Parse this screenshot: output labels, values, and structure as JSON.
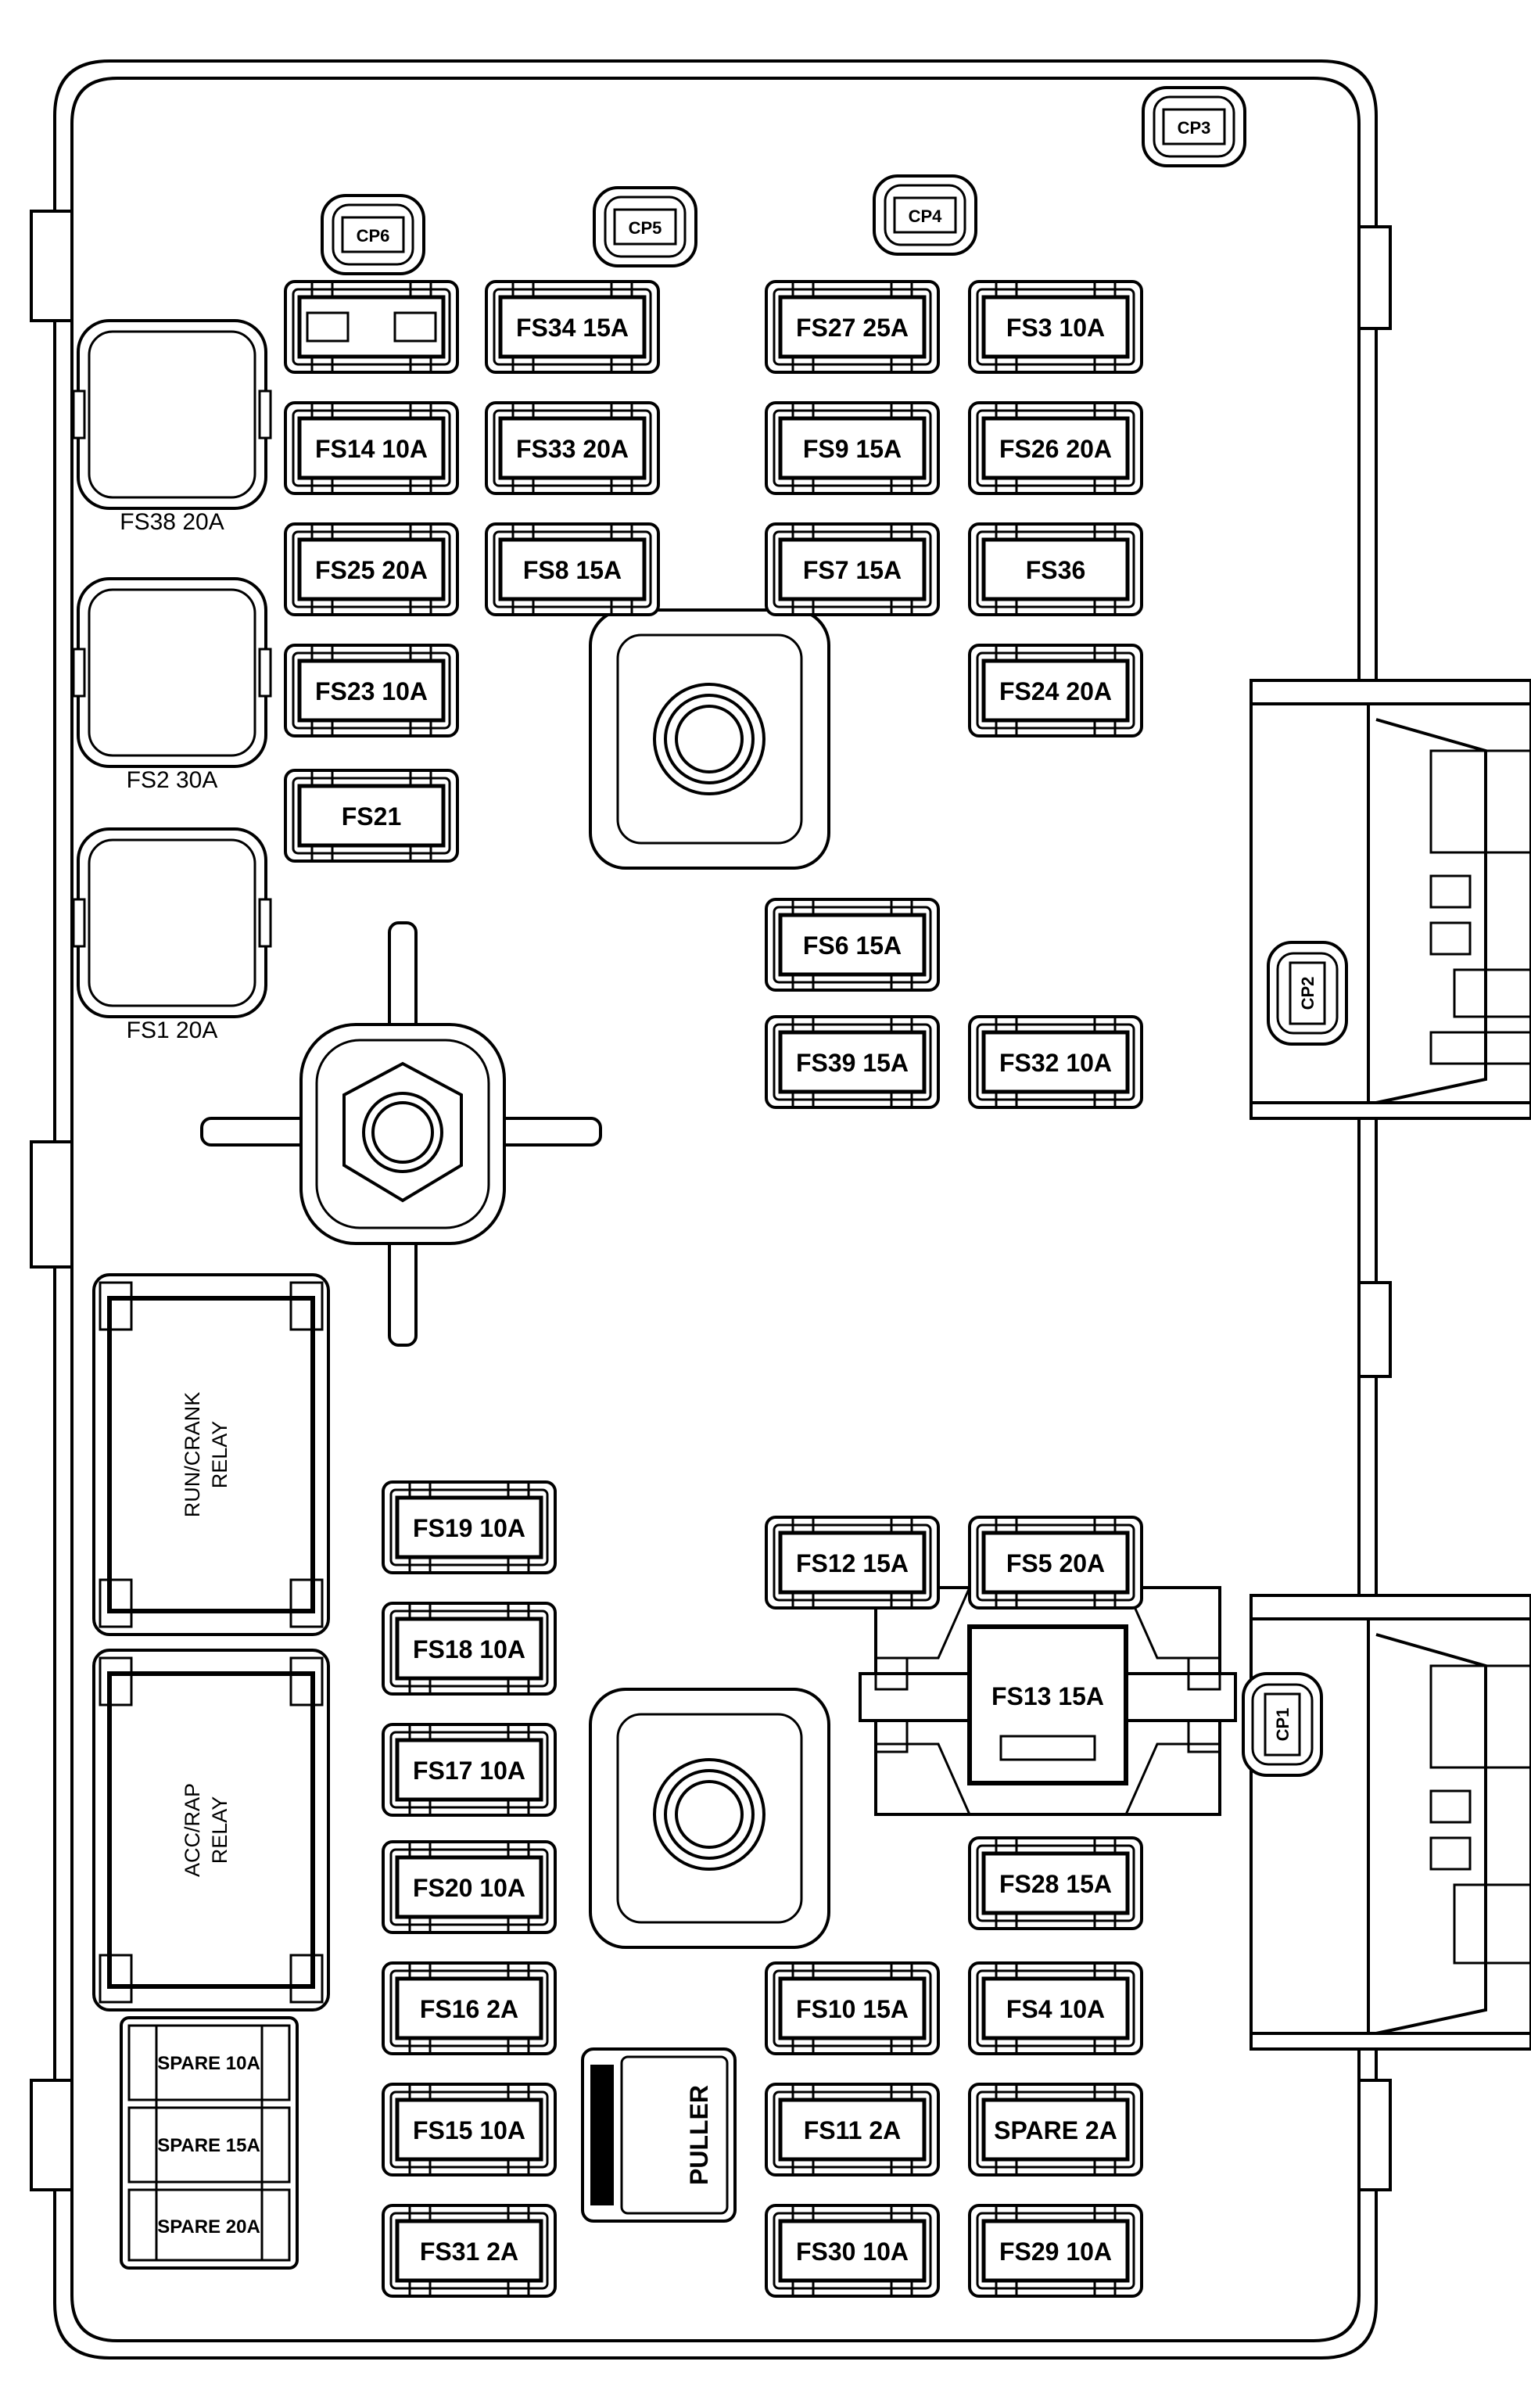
{
  "fuses": {
    "fs34": "FS34 15A",
    "fs27": "FS27 25A",
    "fs3": "FS3 10A",
    "fs14": "FS14 10A",
    "fs33": "FS33 20A",
    "fs9": "FS9 15A",
    "fs26_20": "FS26 20A",
    "fs25": "FS25 20A",
    "fs8": "FS8 15A",
    "fs7": "FS7 15A",
    "fs36": "FS36",
    "fs23": "FS23 10A",
    "fs24": "FS24 20A",
    "fs21": "FS21",
    "fs6": "FS6 15A",
    "fs39": "FS39 15A",
    "fs32": "FS32 10A",
    "fs19": "FS19 10A",
    "fs12": "FS12 15A",
    "fs5": "FS5 20A",
    "fs18": "FS18 10A",
    "fs13": "FS13 15A",
    "fs17": "FS17 10A",
    "fs20": "FS20 10A",
    "fs28": "FS28 15A",
    "fs16": "FS16 2A",
    "fs10": "FS10 15A",
    "fs4": "FS4 10A",
    "fs15": "FS15 10A",
    "fs11": "FS11 2A",
    "spare2": "SPARE 2A",
    "fs31": "FS31 2A",
    "fs30": "FS30 10A",
    "fs29": "FS29 10A"
  },
  "large_fuses": {
    "fs38": "FS38 20A",
    "fs2": "FS2 30A",
    "fs1": "FS1 20A"
  },
  "connectors": {
    "cp1": "CP1",
    "cp2": "CP2",
    "cp3": "CP3",
    "cp4": "CP4",
    "cp5": "CP5",
    "cp6": "CP6"
  },
  "relays": {
    "run_crank_line1": "RUN/CRANK",
    "run_crank_line2": "RELAY",
    "acc_rap_line1": "ACC/RAP",
    "acc_rap_line2": "RELAY"
  },
  "spares": {
    "spare10": "SPARE 10A",
    "spare15": "SPARE 15A",
    "spare20": "SPARE 20A"
  },
  "puller": "PULLER"
}
